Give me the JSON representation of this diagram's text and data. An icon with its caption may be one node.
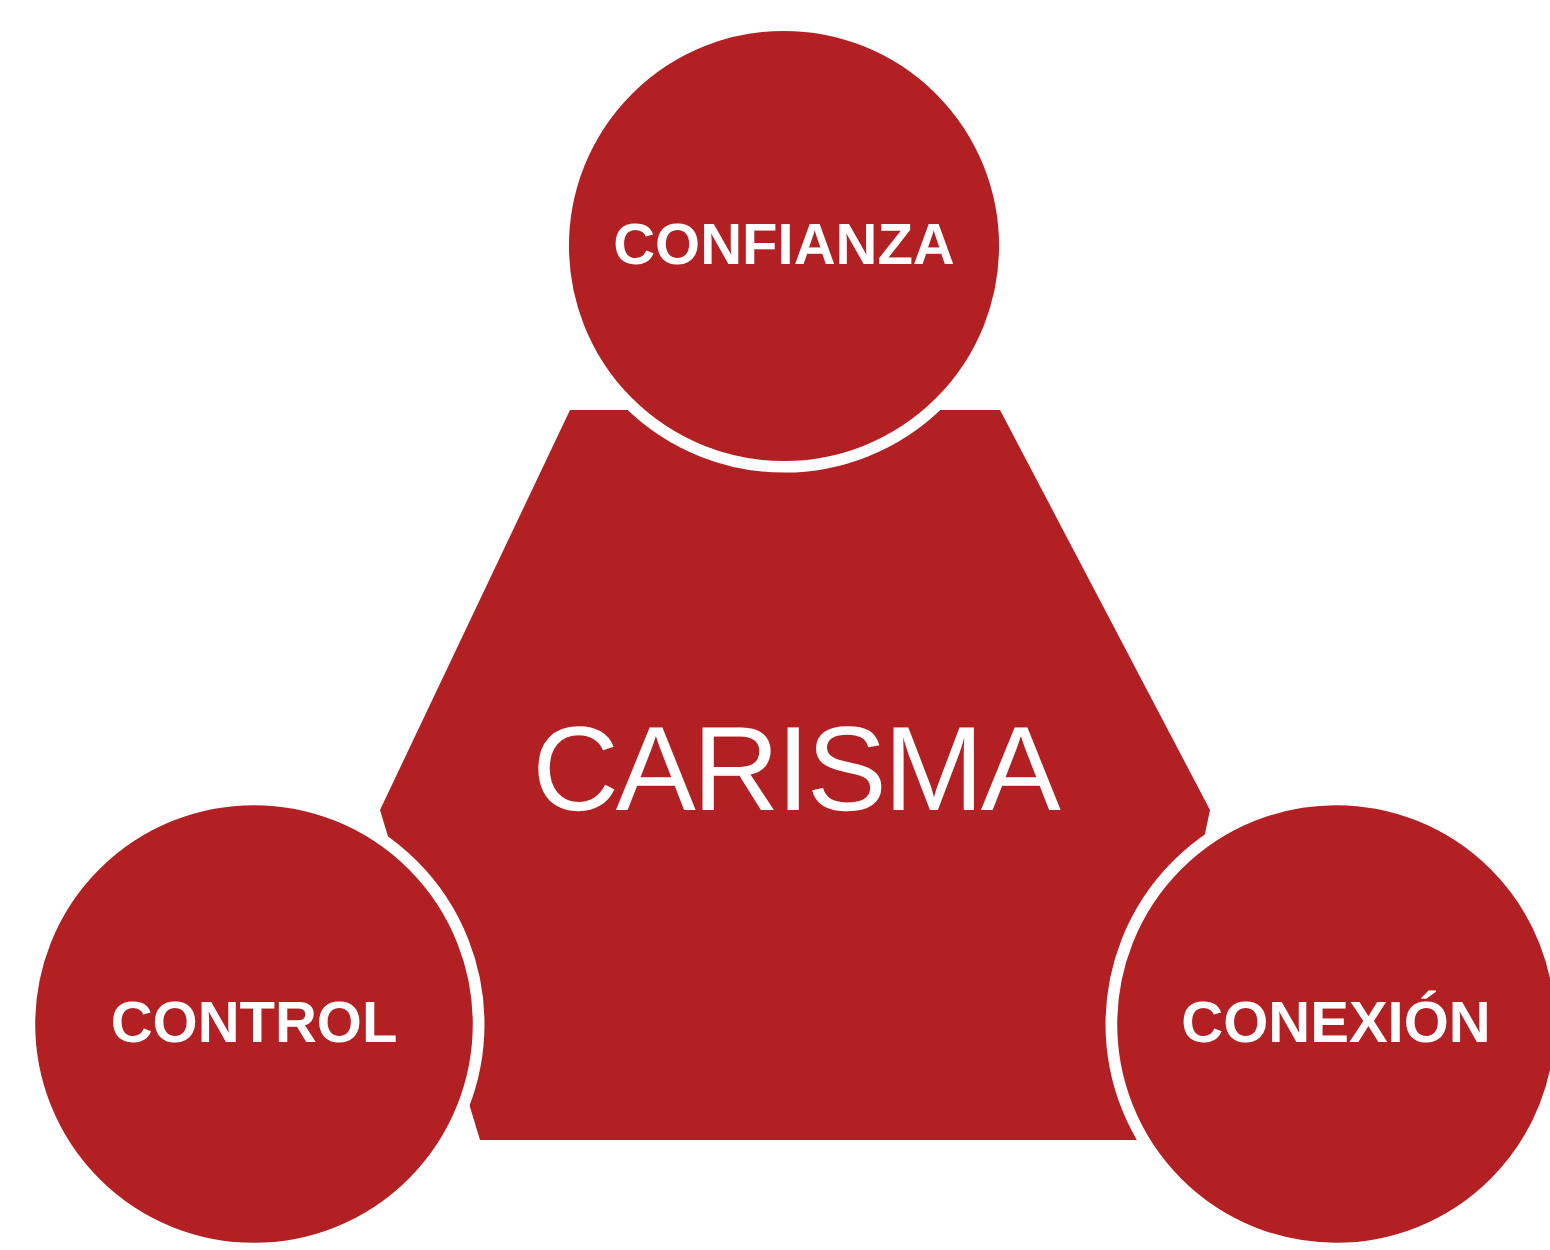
{
  "diagram": {
    "nodes": [
      {
        "text": [
          "CARISMA"
        ]
      },
      {
        "text": [
          "CONFIANZA"
        ]
      },
      {
        "text": [
          "CONTROL"
        ]
      },
      {
        "text": [
          "CONEXIÓN"
        ]
      }
    ]
  }
}
